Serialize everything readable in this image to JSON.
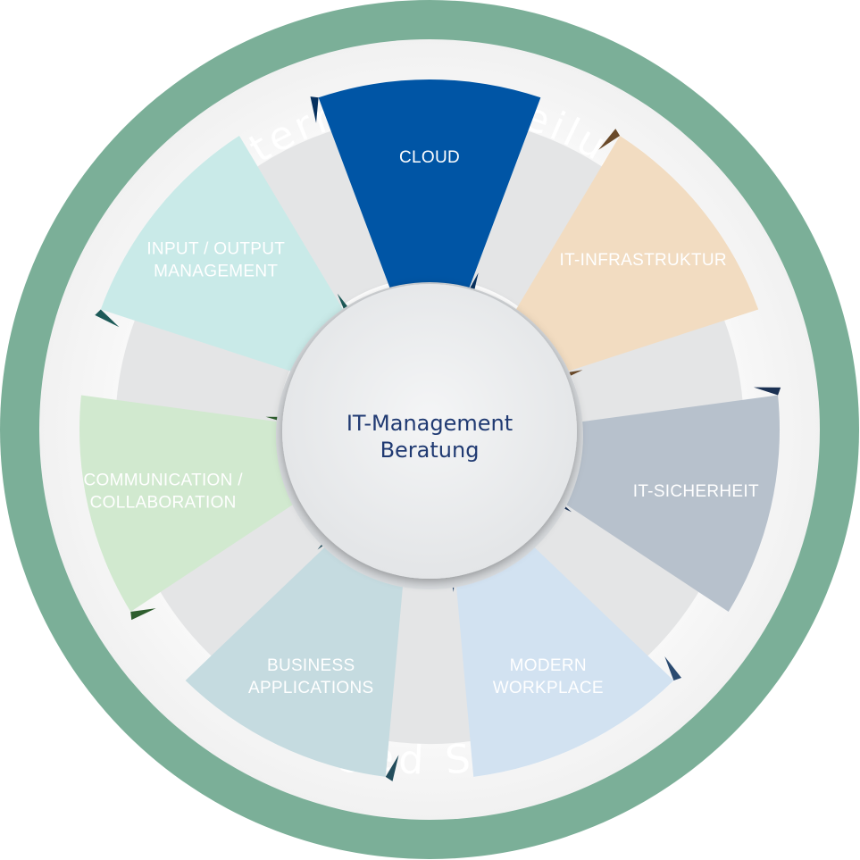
{
  "diagram": {
    "outer_ring": {
      "top_text": "Externe IT-Abteilung",
      "bottom_text": "Managed Services",
      "color": "#7baf98"
    },
    "center": {
      "line1": "IT-Management",
      "line2": "Beratung",
      "text_color": "#203a72",
      "fill": "#eeeff0"
    },
    "segments": [
      {
        "id": "cloud",
        "lines": [
          "CLOUD"
        ],
        "color": "#0055a5",
        "shade": "#06305e"
      },
      {
        "id": "it-infrastruktur",
        "lines": [
          "IT-INFRASTRUKTUR"
        ],
        "color": "#f2dcc1",
        "shade": "#6a4a2a"
      },
      {
        "id": "it-sicherheit",
        "lines": [
          "IT-SICHERHEIT"
        ],
        "color": "#b7c1cc",
        "shade": "#1b3153"
      },
      {
        "id": "modern-workplace",
        "lines": [
          "MODERN",
          "WORKPLACE"
        ],
        "color": "#d2e2f1",
        "shade": "#2a4a70"
      },
      {
        "id": "business-applications",
        "lines": [
          "BUSINESS",
          "APPLICATIONS"
        ],
        "color": "#c5dbe0",
        "shade": "#234d5c"
      },
      {
        "id": "communication-collaboration",
        "lines": [
          "COMMUNICATION /",
          "COLLABORATION"
        ],
        "color": "#d1e9cf",
        "shade": "#2e5e2e"
      },
      {
        "id": "input-output-management",
        "lines": [
          "INPUT / OUTPUT",
          "MANAGEMENT"
        ],
        "color": "#c9eae8",
        "shade": "#1d5a58"
      }
    ]
  }
}
